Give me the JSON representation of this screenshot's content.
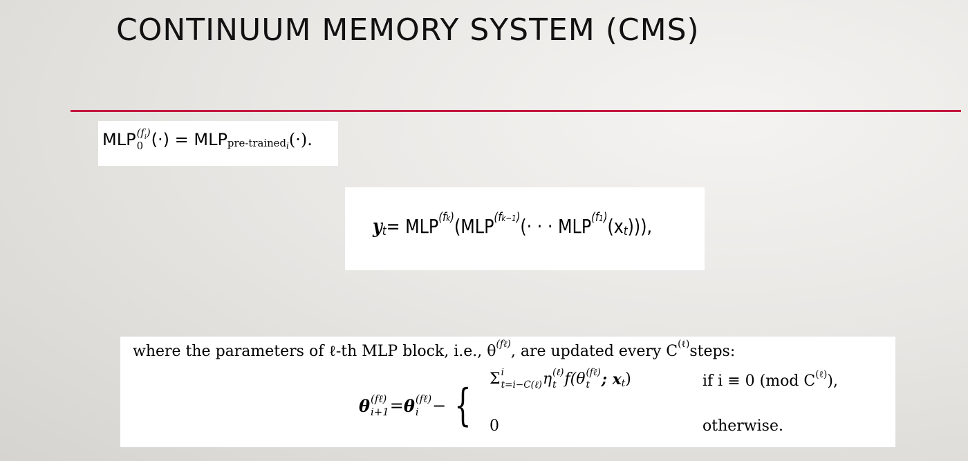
{
  "title": "CONTINUUM MEMORY SYSTEM (CMS)",
  "eq1": {
    "mlp": "MLP",
    "sup": "(f",
    "supi": "i",
    ")": ")",
    "sub0": "0",
    "mid": "(·) = MLP",
    "sub": "pre-trained",
    "subi": "i",
    "end": "(·)."
  },
  "eq2": {
    "y": "y",
    "t": "t",
    "eqmlp": " = MLP",
    "fk": "(f",
    "k": "k",
    "close": ")",
    "open_mlp": "(MLP",
    "fk1": "(f",
    "k1": "k−1",
    "dots": "(· · · MLP",
    "f1": "(f",
    "one": "1",
    "x": "(x",
    "xt": "t",
    "end": "))),"
  },
  "eq3": {
    "intro": "where the parameters of ℓ-th MLP block, i.e., θ",
    "intro_sup": "(fℓ)",
    "intro2": ", are updated every C",
    "intro_sup2": "(ℓ)",
    "intro3": " steps:",
    "theta": "θ",
    "fl": "(fℓ)",
    "i1": "i+1",
    "eq": " = ",
    "i": "i",
    "minus": " − ",
    "brace": "{",
    "sum": "Σ",
    "sum_top": "i",
    "sum_bot": "t=i−C(ℓ)",
    "eta": " η",
    "eta_sup": "(ℓ)",
    "eta_sub": "t",
    "f": " f(θ",
    "theta_t": "t",
    "args": "; x",
    "xt": "t",
    ")": ")",
    "cond": "if  i ≡ 0  (mod C",
    "cond_sup": "(ℓ)",
    "cond_end": "),",
    "zero": "0",
    "otherwise": "otherwise."
  }
}
